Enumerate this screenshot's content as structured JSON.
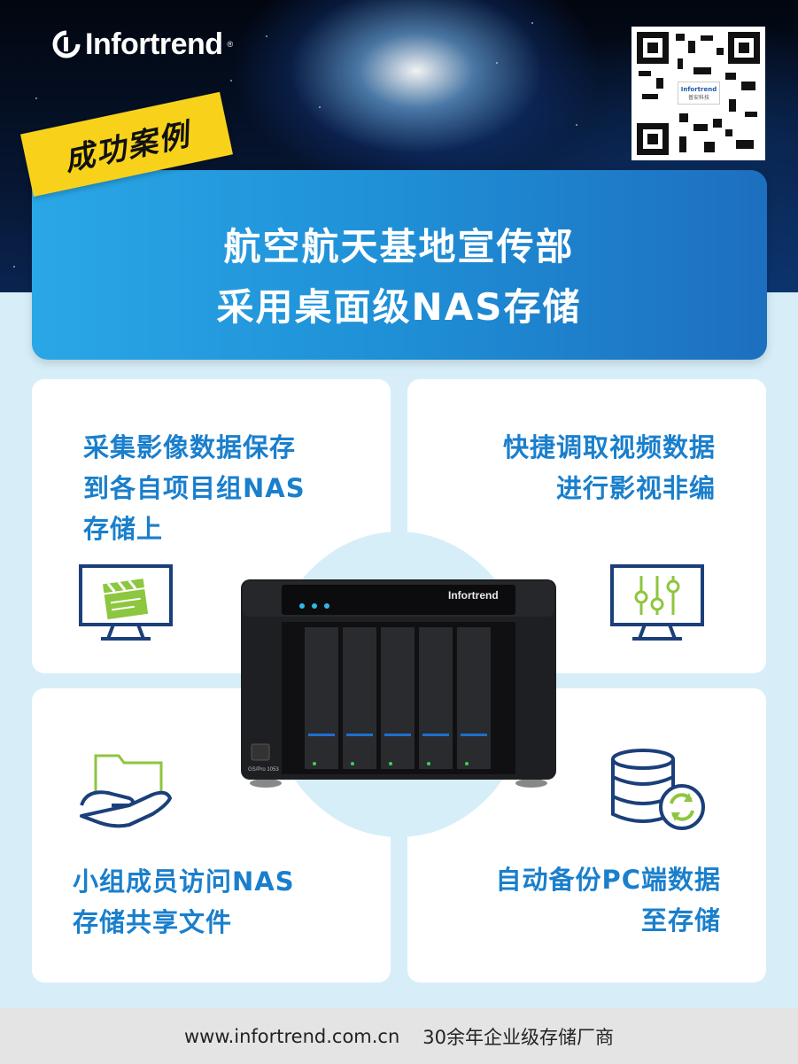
{
  "brand": {
    "logo_text": "Infortrend",
    "qr_center_brand": "Infortrend",
    "qr_center_cn": "普安科技"
  },
  "tag": {
    "label": "成功案例"
  },
  "banner": {
    "line1": "航空航天基地宣传部",
    "line2": "采用桌面级NAS存储"
  },
  "cards": [
    {
      "lines": [
        "采集影像数据保存",
        "到各自项目组NAS",
        "存储上"
      ],
      "icon": "monitor-clapperboard-icon"
    },
    {
      "lines": [
        "快捷调取视频数据",
        "进行影视非编"
      ],
      "icon": "monitor-sliders-icon"
    },
    {
      "lines": [
        "小组成员访问NAS",
        "存储共享文件"
      ],
      "icon": "hand-folder-icon"
    },
    {
      "lines": [
        "自动备份PC端数据",
        "至存储"
      ],
      "icon": "database-sync-icon"
    }
  ],
  "device": {
    "brand_label": "Infortrend",
    "model_label": "GS/Pro 1053"
  },
  "footer": {
    "url": "www.infortrend.com.cn",
    "slogan": "30余年企业级存储厂商"
  },
  "colors": {
    "accent_blue": "#1a7fcc",
    "banner_start": "#2aa7e6",
    "banner_end": "#1d6fbf",
    "tag_yellow": "#f8d21a",
    "icon_green": "#8dc63f",
    "icon_navy": "#1b3f7a",
    "background": "#d7eef8"
  }
}
